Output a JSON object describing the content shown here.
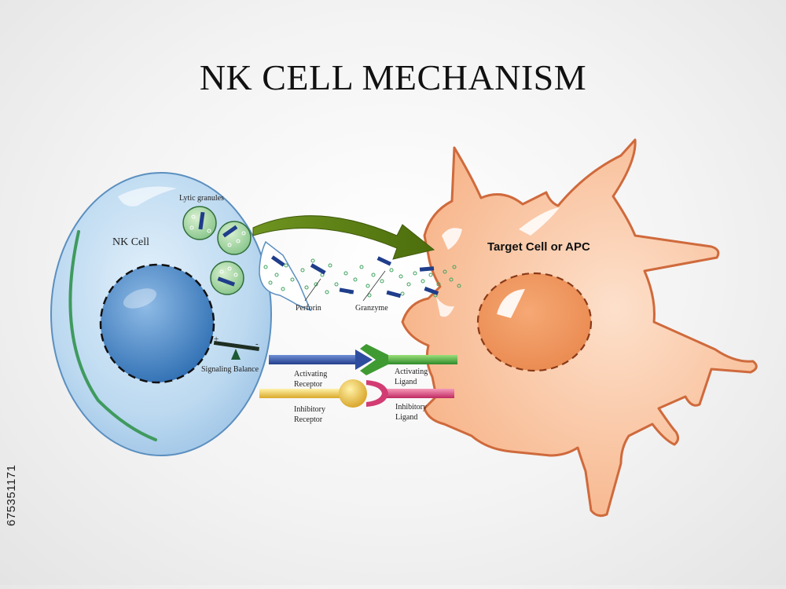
{
  "title": "NK CELL MECHANISM",
  "labels": {
    "nk_cell": "NK Cell",
    "lytic_granules": "Lytic granules",
    "perforin": "Perforin",
    "granzyme": "Granzyme",
    "target_cell": "Target Cell or APC",
    "signaling_balance": "Signaling Balance",
    "plus": "+",
    "minus": "-",
    "activating_receptor_1": "Activating",
    "activating_receptor_2": "Receptor",
    "activating_ligand_1": "Activating",
    "activating_ligand_2": "Ligand",
    "inhibitory_receptor_1": "Inhibitory",
    "inhibitory_receptor_2": "Receptor",
    "inhibitory_ligand_1": "Inhibitory",
    "inhibitory_ligand_2": "Ligand"
  },
  "stock_id": "675351171",
  "colors": {
    "nk_cell_fill": "#bcd9f0",
    "nk_nucleus": "#3f7fc0",
    "target_cell_fill": "#f9c8a6",
    "target_outline": "#cf6a3c",
    "arrow_green": "#5a7d12",
    "activating_receptor": "#2f4d9e",
    "activating_ligand": "#4aa33c",
    "inhibitory_receptor": "#e8c24a",
    "inhibitory_ligand": "#d23c72"
  }
}
